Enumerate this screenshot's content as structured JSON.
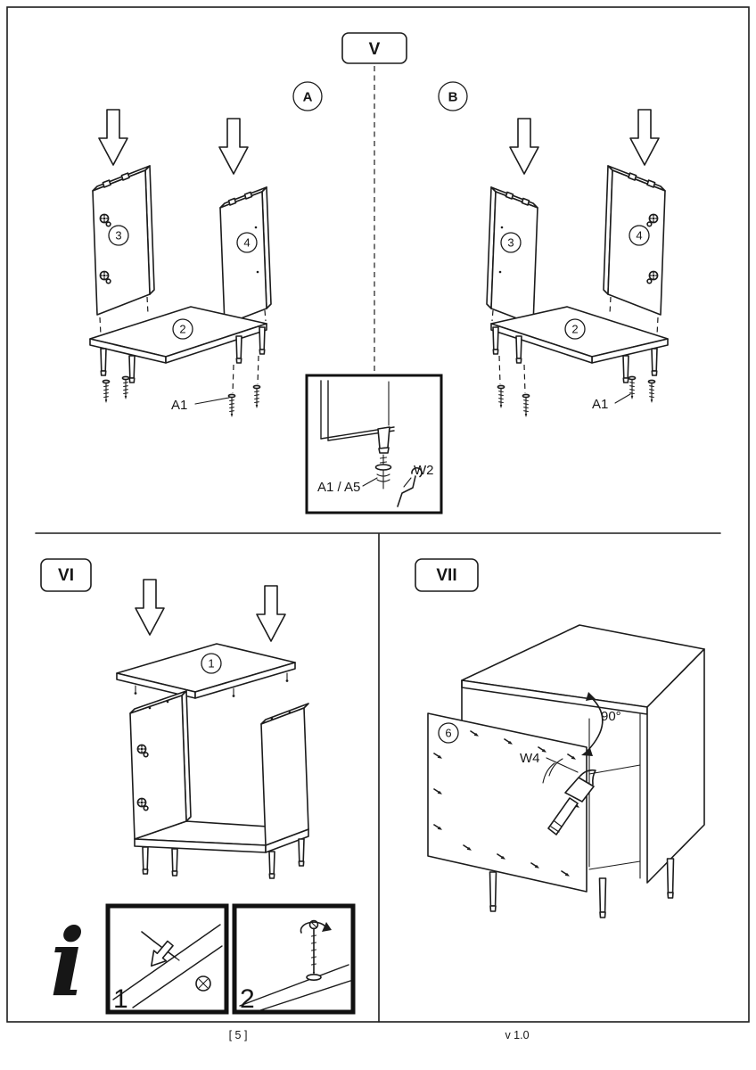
{
  "step_v": {
    "label": "V",
    "variant_a_label": "A",
    "variant_b_label": "B",
    "parts": {
      "base": "2",
      "left_panel": "3",
      "right_panel": "4"
    },
    "hardware_label": "A1",
    "detail": {
      "hardware_label": "A1 / A5",
      "tool_label": "W2"
    }
  },
  "step_vi": {
    "label": "VI",
    "parts": {
      "top_panel": "1"
    },
    "info": {
      "symbol": "i",
      "step1": "1",
      "step2": "2"
    }
  },
  "step_vii": {
    "label": "VII",
    "parts": {
      "back_panel": "6"
    },
    "tool_label": "W4",
    "angle_label": "90°"
  },
  "footer": {
    "page_number": "[ 5 ]",
    "version": "v 1.0"
  }
}
